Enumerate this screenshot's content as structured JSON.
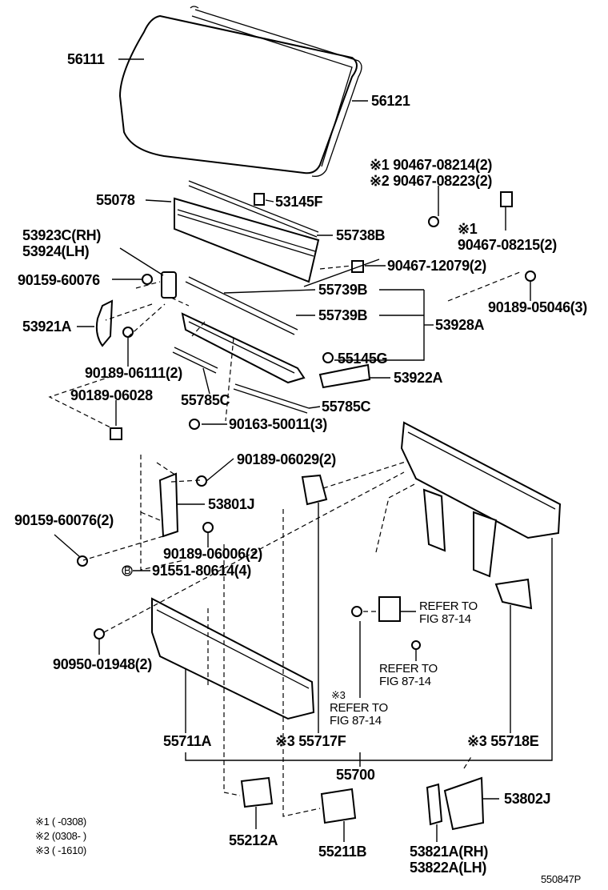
{
  "diagram_id": "550847P",
  "notes": {
    "n1": "※1 (     -0308)",
    "n2": "※2 (0308-     )",
    "n3": "※3 (     -1610)"
  },
  "labels": {
    "p56111": "56111",
    "p56121": "56121",
    "p90467_08214": "※1 90467-08214(2)",
    "p90467_08223": "※2 90467-08223(2)",
    "p55078": "55078",
    "p53145F": "53145F",
    "p55738B": "55738B",
    "p90467_08215_note": "※1",
    "p90467_08215": "90467-08215(2)",
    "p53923C": "53923C(RH)",
    "p53924": "53924(LH)",
    "p90467_12079": "90467-12079(2)",
    "p90159_60076": "90159-60076",
    "p55739B_1": "55739B",
    "p90189_05046": "90189-05046(3)",
    "p55739B_2": "55739B",
    "p53921A": "53921A",
    "p53928A": "53928A",
    "p55145G": "55145G",
    "p90189_06111": "90189-06111(2)",
    "p53922A": "53922A",
    "p90189_06028": "90189-06028",
    "p55785C_1": "55785C",
    "p55785C_2": "55785C",
    "p90163_50011": "90163-50011(3)",
    "p90189_06029": "90189-06029(2)",
    "p53801J": "53801J",
    "p90159_60076_2": "90159-60076(2)",
    "p90189_06006": "90189-06006(2)",
    "p91551_marker": "B",
    "p91551": "91551-80614(4)",
    "ref1_a": "REFER TO",
    "ref1_b": "FIG 87-14",
    "ref2_a": "REFER TO",
    "ref2_b": "FIG 87-14",
    "ref3_note": "※3",
    "ref3_a": "REFER TO",
    "ref3_b": "FIG 87-14",
    "p90950_01948": "90950-01948(2)",
    "p55711A": "55711A",
    "p55717F": "※3 55717F",
    "p55718E": "※3 55718E",
    "p55700": "55700",
    "p53802J": "53802J",
    "p55212A": "55212A",
    "p55211B": "55211B",
    "p53821A": "53821A(RH)",
    "p53822A": "53822A(LH)"
  }
}
